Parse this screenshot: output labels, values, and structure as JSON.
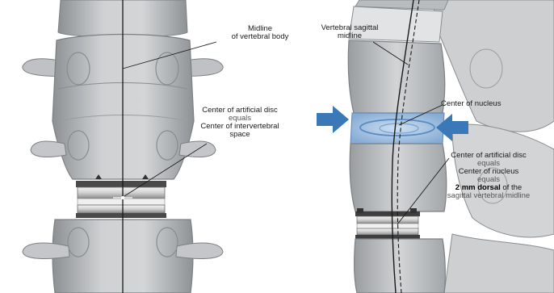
{
  "left_panel": {
    "label_midline": [
      "Midline",
      "of vertebral body"
    ],
    "label_center": [
      "Center of artificial disc",
      "equals",
      "Center of intervertebral",
      "space"
    ]
  },
  "right_panel": {
    "label_sagittal": [
      "Vertebral sagittal",
      "midline"
    ],
    "label_nucleus": "Center of nucleus",
    "label_bottom": {
      "line1": "Center of artificial disc",
      "line2": "equals",
      "line3": "Center of nucleus",
      "line4": "equals",
      "line5_bold": "2 mm dorsal",
      "line5_rest": " of the",
      "line6": "sagittal vertebral midline"
    }
  },
  "colors": {
    "bone_fill": "#c7c9cb",
    "bone_stroke": "#7d8083",
    "disc_blue": "#8fb3d9",
    "arrow_blue": "#3a78b7",
    "metal": "#dcdcdc"
  },
  "icons": [
    "arrow-right-icon",
    "arrow-left-icon"
  ]
}
